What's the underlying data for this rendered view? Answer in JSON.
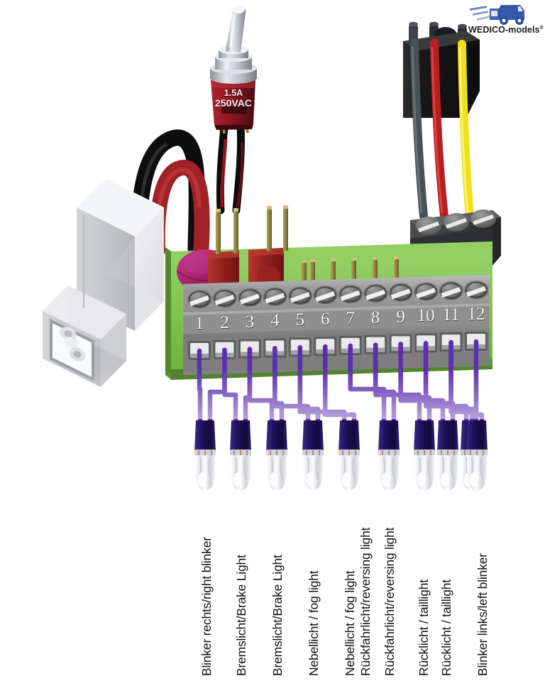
{
  "meta": {
    "title": "WEDICO light distributor board wiring diagram",
    "background": "#ffffff"
  },
  "logo": {
    "name": "WEDICO-models",
    "text": "WEDICO-models",
    "registered_mark": "®",
    "icon": "truck-icon",
    "color": "#2a4fa8"
  },
  "switch": {
    "name": "toggle-switch",
    "rating_current": "1.5A",
    "rating_voltage": "250VAC",
    "body_color": "#8d1622",
    "lever_color": "#c9cdd2",
    "wire_colors": [
      "#101010",
      "#101010"
    ]
  },
  "connector_3pin": {
    "name": "servo-connector",
    "wires": [
      {
        "label": "grey",
        "color": "#555a5e"
      },
      {
        "label": "red",
        "color": "#c41f22"
      },
      {
        "label": "yellow",
        "color": "#f2e31c"
      }
    ],
    "housing_color": "#141414",
    "terminal_color": "#3b3b3b"
  },
  "battery_connector": {
    "name": "battery-plug",
    "body_color": "#e9eaec",
    "pin_color": "#dcdde0",
    "wires": [
      {
        "label": "negative",
        "color": "#0d0d0d"
      },
      {
        "label": "positive",
        "color": "#9e2226"
      }
    ]
  },
  "pcb": {
    "name": "distributor-pcb",
    "color": "#7ec24a",
    "capacitor_color": "#a52069",
    "header_color": "#9c2520",
    "pin_color": "#8f8240",
    "terminal_block_color": "#8a8a8a"
  },
  "terminal_block": {
    "name": "screw-terminal-block",
    "count": 12,
    "numbers": [
      "1",
      "2",
      "3",
      "4",
      "5",
      "6",
      "7",
      "8",
      "9",
      "10",
      "11",
      "12"
    ]
  },
  "bulbs": {
    "count": 10,
    "wire_color": "#5b2fae",
    "base_color": "#1d1259",
    "glass_color": "#f4f5f7"
  },
  "labels": [
    {
      "id": "label-1",
      "text": "Blinker rechts/right blinker",
      "terminals": [
        1,
        2
      ]
    },
    {
      "id": "label-2",
      "text": "Bremslicht/Brake Light",
      "terminals": [
        2,
        3
      ]
    },
    {
      "id": "label-3",
      "text": "Bremslicht/Brake Light",
      "terminals": [
        3,
        4
      ]
    },
    {
      "id": "label-4",
      "text": "Nebellicht / fog light",
      "terminals": [
        4,
        5
      ]
    },
    {
      "id": "label-5",
      "text": "Nebellicht / fog light",
      "terminals": [
        5,
        6
      ]
    },
    {
      "id": "label-6",
      "text": "Rückfahrlicht/reversing light",
      "terminals": [
        7,
        8
      ]
    },
    {
      "id": "label-7",
      "text": "Rückfahrlicht/reversing light",
      "terminals": [
        8,
        9
      ]
    },
    {
      "id": "label-8",
      "text": "Rücklicht / taillight",
      "terminals": [
        9,
        10
      ]
    },
    {
      "id": "label-9",
      "text": "Rücklicht / taillight",
      "terminals": [
        10,
        11
      ]
    },
    {
      "id": "label-10",
      "text": "Blinker links/left blinker",
      "terminals": [
        11,
        12
      ]
    }
  ]
}
